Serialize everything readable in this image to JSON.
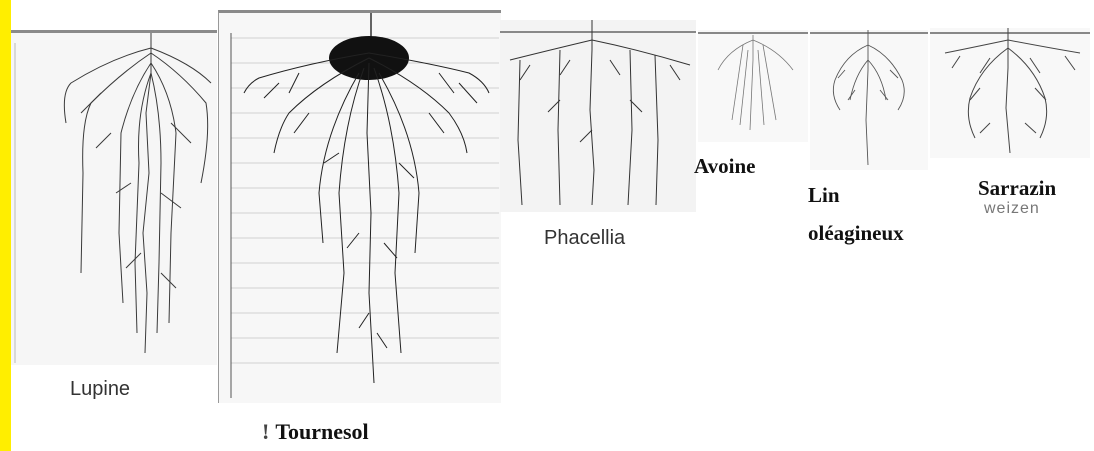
{
  "labels": {
    "lupine": "Lupine",
    "tournesol": "Tournesol",
    "tournesol_prefix": "!",
    "phacellia": "Phacellia",
    "avoine": "Avoine",
    "lin_line1": "Lin",
    "lin_line2": "oléagineux",
    "sarrazin": "Sarrazin",
    "sarrazin_ghost": "weizen"
  },
  "colors": {
    "stripe": "#ffee00",
    "root": "#2a2a2a",
    "panel_bg": "#f6f6f6"
  }
}
